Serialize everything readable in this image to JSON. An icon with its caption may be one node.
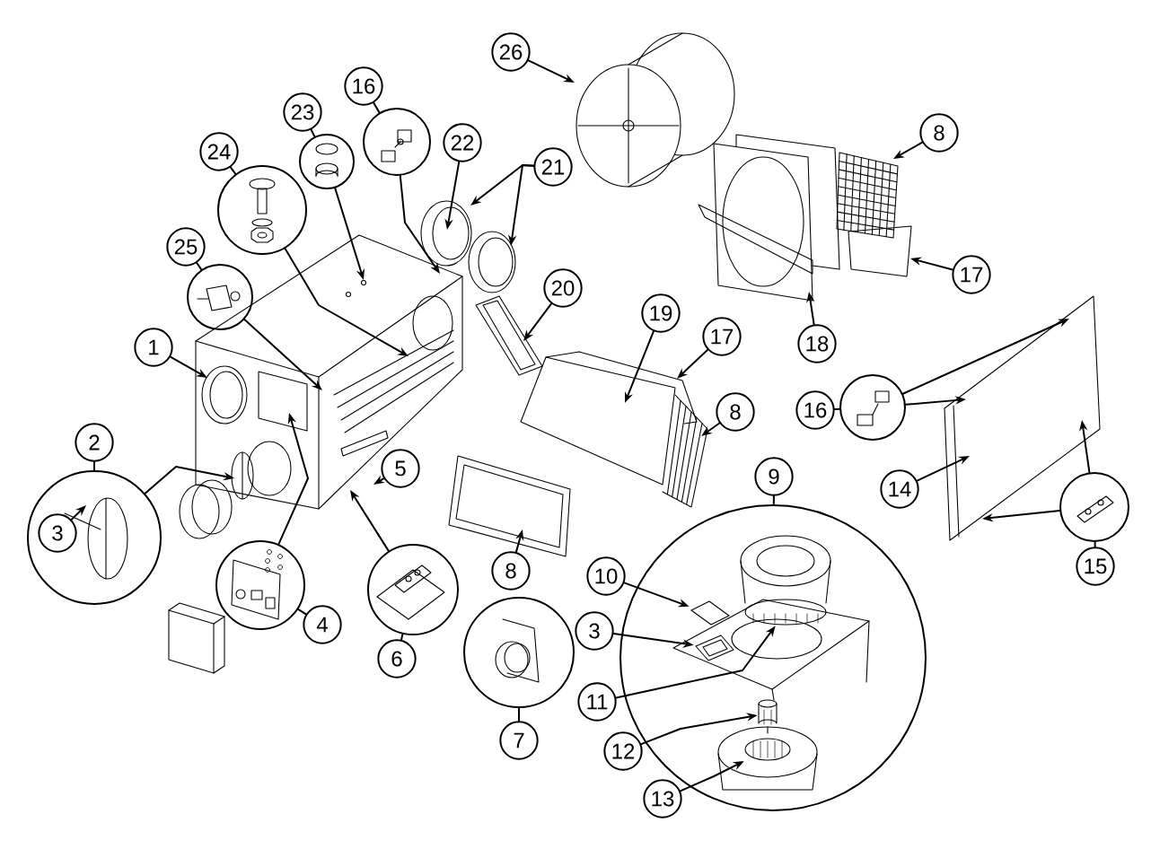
{
  "diagram": {
    "nodes": [
      {
        "text": [
          "26"
        ]
      },
      {
        "text": [
          "16"
        ]
      },
      {
        "text": [],
        "shape": "circle"
      },
      {
        "text": [
          "23"
        ]
      },
      {
        "text": [],
        "shape": "circle"
      },
      {
        "text": [
          "24"
        ]
      },
      {
        "text": [],
        "shape": "circle"
      },
      {
        "text": [
          "22"
        ]
      },
      {
        "text": [
          "21"
        ]
      },
      {
        "text": [
          "25"
        ]
      },
      {
        "text": [],
        "shape": "circle"
      },
      {
        "text": [
          "8"
        ]
      },
      {
        "text": [
          "17"
        ]
      },
      {
        "text": [
          "18"
        ]
      },
      {
        "text": [
          "20"
        ]
      },
      {
        "text": [
          "19"
        ]
      },
      {
        "text": [
          "17"
        ]
      },
      {
        "text": [
          "1"
        ]
      },
      {
        "text": [
          "8"
        ]
      },
      {
        "text": [
          "2"
        ]
      },
      {
        "text": [],
        "shape": "circle"
      },
      {
        "text": [
          "3"
        ],
        "in": 20
      },
      {
        "text": [
          "5"
        ]
      },
      {
        "text": [
          "16"
        ]
      },
      {
        "text": [],
        "shape": "circle"
      },
      {
        "text": [
          "9"
        ]
      },
      {
        "text": [],
        "shape": "circle"
      },
      {
        "text": [
          "14"
        ]
      },
      {
        "text": [
          "15"
        ]
      },
      {
        "text": [],
        "shape": "circle"
      },
      {
        "text": [
          "4"
        ]
      },
      {
        "text": [],
        "shape": "circle"
      },
      {
        "text": [
          "6"
        ]
      },
      {
        "text": [],
        "shape": "circle"
      },
      {
        "text": [
          "8"
        ]
      },
      {
        "text": [
          "10"
        ]
      },
      {
        "text": [
          "3"
        ]
      },
      {
        "text": [
          "11"
        ]
      },
      {
        "text": [
          "12"
        ]
      },
      {
        "text": [
          "13"
        ]
      },
      {
        "text": [
          "7"
        ]
      },
      {
        "text": [],
        "shape": "circle"
      },
      {
        "text": [],
        "shape": "picture",
        "in": 26
      },
      {
        "text": [],
        "shape": "picture",
        "in": 26
      },
      {
        "text": [],
        "shape": "picture",
        "in": 26
      },
      {
        "text": [],
        "shape": "picture",
        "in": 26
      },
      {
        "text": [],
        "shape": "picture",
        "in": 26
      }
    ],
    "edges": [
      {
        "from": 0,
        "to": null,
        "arrow": "to"
      },
      {
        "from": 1,
        "to": 2,
        "arrow": "none"
      },
      {
        "from": 2,
        "to": null,
        "arrow": "to"
      },
      {
        "from": 3,
        "to": 4,
        "arrow": "none"
      },
      {
        "from": 4,
        "to": null,
        "arrow": "to"
      },
      {
        "from": 5,
        "to": 6,
        "arrow": "none"
      },
      {
        "from": 6,
        "to": null,
        "arrow": "to"
      },
      {
        "from": 7,
        "to": null,
        "arrow": "to"
      },
      {
        "from": 8,
        "to": null,
        "arrow": "to"
      },
      {
        "from": 8,
        "to": null,
        "arrow": "to"
      },
      {
        "from": 9,
        "to": 10,
        "arrow": "none"
      },
      {
        "from": 10,
        "to": null,
        "arrow": "to"
      },
      {
        "from": 11,
        "to": null,
        "arrow": "to"
      },
      {
        "from": 12,
        "to": null,
        "arrow": "to"
      },
      {
        "from": 13,
        "to": null,
        "arrow": "to"
      },
      {
        "from": 14,
        "to": null,
        "arrow": "to"
      },
      {
        "from": 15,
        "to": null,
        "arrow": "to"
      },
      {
        "from": 16,
        "to": null,
        "arrow": "to"
      },
      {
        "from": 17,
        "to": null,
        "arrow": "to"
      },
      {
        "from": 18,
        "to": null,
        "arrow": "to"
      },
      {
        "from": 19,
        "to": 20,
        "arrow": "none"
      },
      {
        "from": 20,
        "to": null,
        "arrow": "to"
      },
      {
        "from": 21,
        "to": null,
        "arrow": "to"
      },
      {
        "from": 22,
        "to": null,
        "arrow": "to"
      },
      {
        "from": 23,
        "to": 24,
        "arrow": "none"
      },
      {
        "from": 24,
        "to": null,
        "arrow": "to"
      },
      {
        "from": 24,
        "to": null,
        "arrow": "to"
      },
      {
        "from": 25,
        "to": 26,
        "arrow": "none"
      },
      {
        "from": 27,
        "to": null,
        "arrow": "to"
      },
      {
        "from": 28,
        "to": 29,
        "arrow": "none"
      },
      {
        "from": 29,
        "to": null,
        "arrow": "to"
      },
      {
        "from": 29,
        "to": null,
        "arrow": "to"
      },
      {
        "from": 30,
        "to": 31,
        "arrow": "none"
      },
      {
        "from": 31,
        "to": null,
        "arrow": "to"
      },
      {
        "from": 32,
        "to": 33,
        "arrow": "none"
      },
      {
        "from": 33,
        "to": null,
        "arrow": "to"
      },
      {
        "from": 34,
        "to": null,
        "arrow": "to"
      },
      {
        "from": 35,
        "to": 42,
        "arrow": "to"
      },
      {
        "from": 36,
        "to": 43,
        "arrow": "to"
      },
      {
        "from": 37,
        "to": 44,
        "arrow": "to"
      },
      {
        "from": 38,
        "to": 45,
        "arrow": "to"
      },
      {
        "from": 39,
        "to": 46,
        "arrow": "to"
      },
      {
        "from": 40,
        "to": 41,
        "arrow": "none"
      }
    ]
  }
}
